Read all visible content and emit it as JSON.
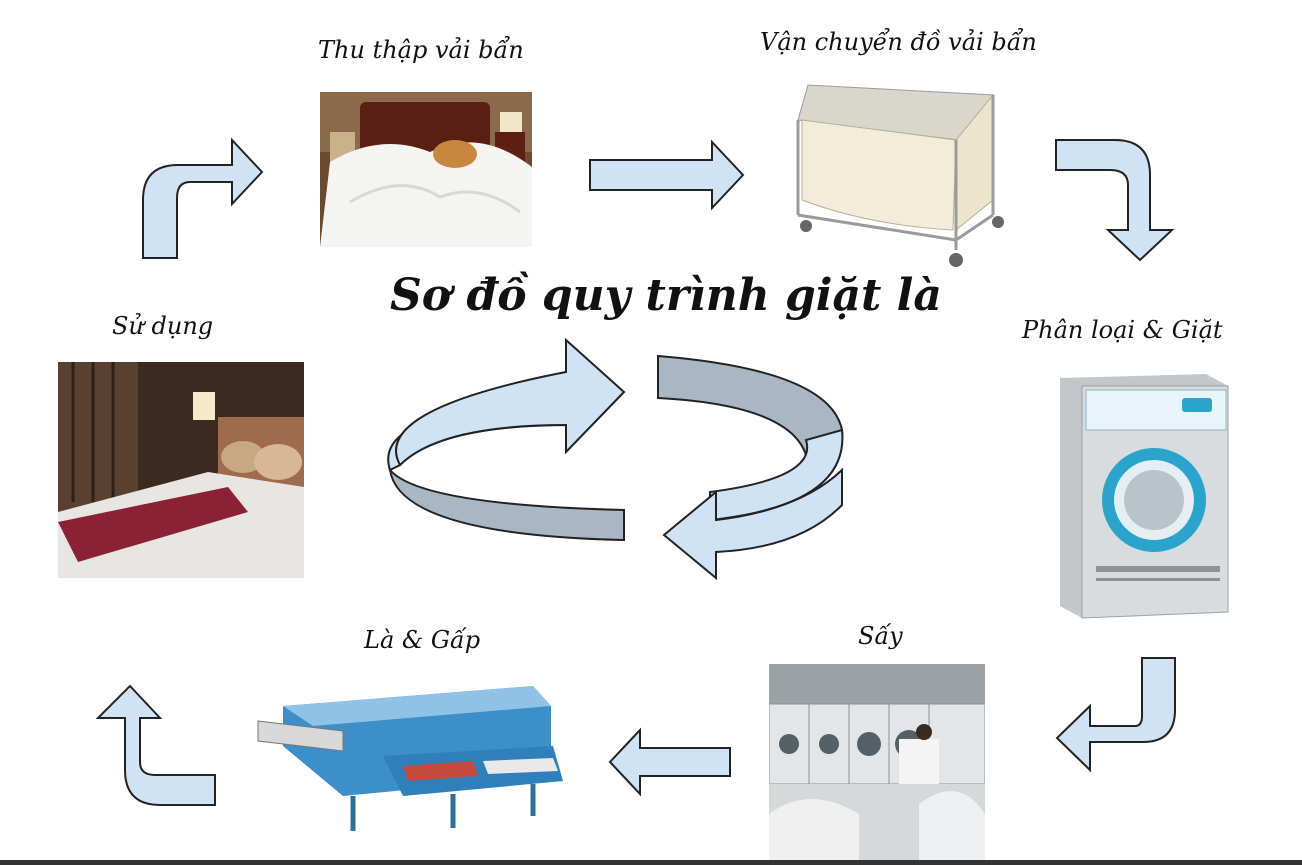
{
  "title": "Sơ đồ quy trình giặt là",
  "steps": [
    {
      "id": "collect",
      "label": "Thu thập vải bẩn"
    },
    {
      "id": "transport",
      "label": "Vận chuyển đồ vải bẩn"
    },
    {
      "id": "sort_wash",
      "label": "Phân loại & Giặt"
    },
    {
      "id": "dry",
      "label": "Sấy"
    },
    {
      "id": "iron_fold",
      "label": "Là & Gấp"
    },
    {
      "id": "use",
      "label": "Sử dụng"
    }
  ],
  "colors": {
    "arrow_fill": "#cfe3f5",
    "arrow_stroke": "#222222",
    "ribbon_back": "#a9b6c3",
    "machine_accent": "#1ea0c8"
  }
}
